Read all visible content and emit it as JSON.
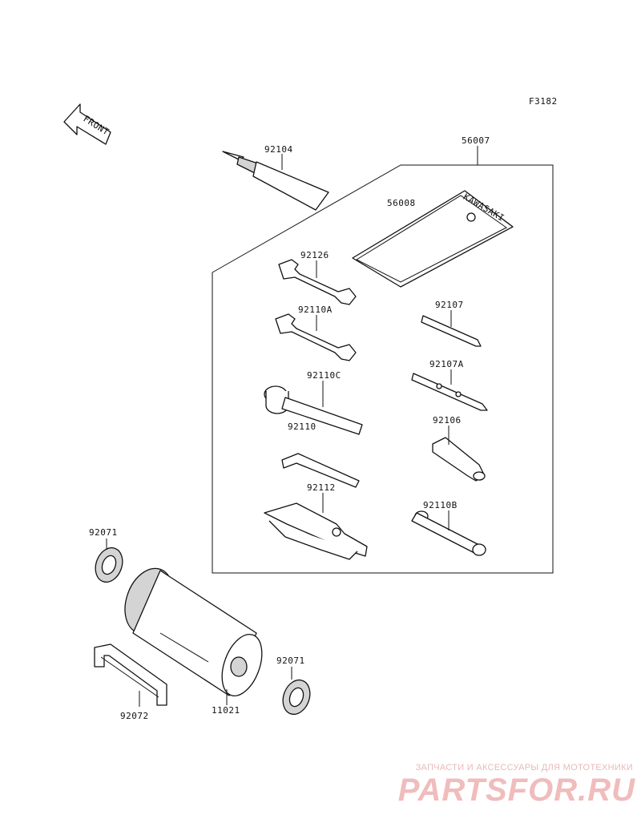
{
  "figure_code": "F3182",
  "front_label": "FRONT",
  "labels": {
    "p92104": "92104",
    "p56007": "56007",
    "p56008": "56008",
    "p92126": "92126",
    "p92110A": "92110A",
    "p92110C": "92110C",
    "p92110": "92110",
    "p92112": "92112",
    "p92107": "92107",
    "p92107A": "92107A",
    "p92106": "92106",
    "p92110B": "92110B",
    "p92071_top": "92071",
    "p92071_bottom": "92071",
    "p92072": "92072",
    "p11021": "11021"
  },
  "watermark": {
    "tagline": "ЗАПЧАСТИ И АКСЕССУАРЫ ДЛЯ МОТОТЕХНИКИ",
    "logo": "PARTSFOR.RU",
    "color": "#f0bcbc"
  },
  "colors": {
    "line": "#111111",
    "background": "#ffffff"
  }
}
